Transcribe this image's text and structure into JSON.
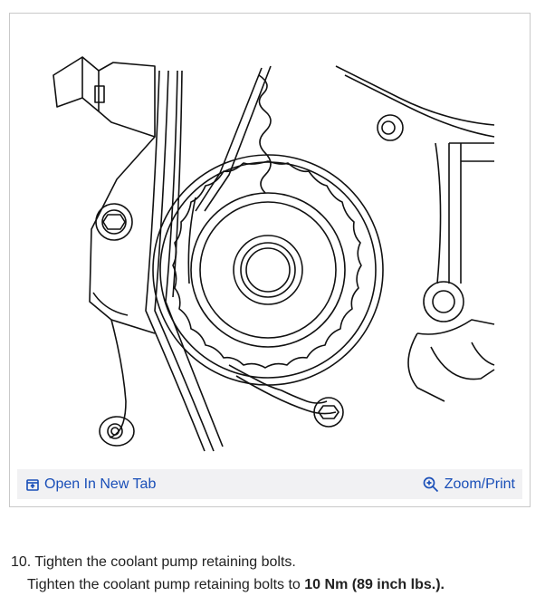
{
  "figure": {
    "open_tab_label": "Open In New Tab",
    "zoom_label": "Zoom/Print",
    "link_color": "#1a4fb8",
    "toolbar_bg": "#f1f1f3"
  },
  "instructions": {
    "step": "10. Tighten the coolant pump retaining bolts.",
    "detail_prefix": "Tighten the coolant pump retaining bolts to ",
    "detail_spec": "10 Nm (89 inch lbs.)",
    "detail_suffix": "."
  }
}
